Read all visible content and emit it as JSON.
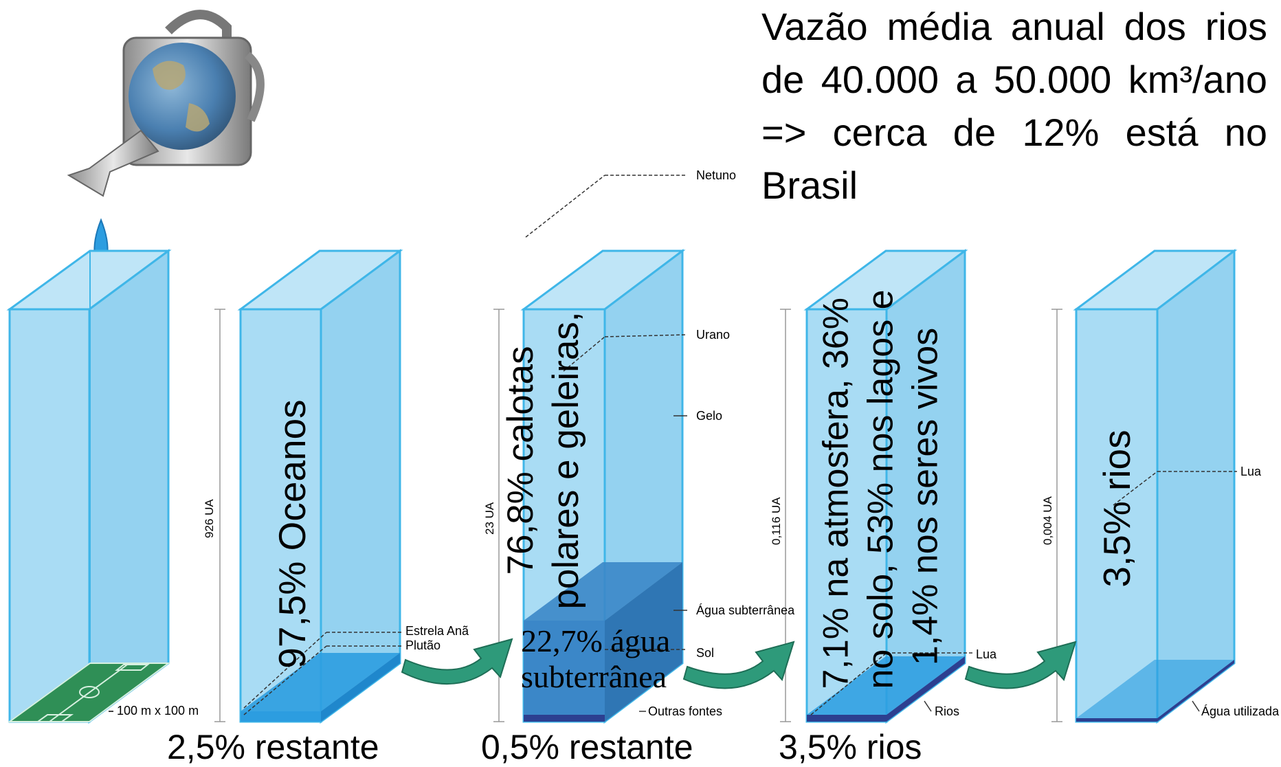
{
  "headline": "Vazão média anual dos rios de 40.000 a 50.000 km³/ano => cerca de 12% está no Brasil",
  "columns": [
    {
      "id": "c1",
      "fill_fraction": 1.0,
      "bottom_label": "",
      "inner_text": "",
      "scale": "",
      "callouts": [
        {
          "text": "100 m x 100 m"
        }
      ]
    },
    {
      "id": "c2",
      "fill_fraction": 0.025,
      "bottom_label": "2,5% restante",
      "inner_text": "97,5% Oceanos",
      "scale": "926 UA",
      "callouts": [
        {
          "text": "Estrela Anã"
        },
        {
          "text": "Plutão"
        }
      ]
    },
    {
      "id": "c3",
      "fill_fraction": 0.227,
      "bottom_label": "0,5% restante",
      "inner_text": "76,8% calotas polares e geleiras,",
      "scale": "23 UA",
      "water_text": "22,7% água subterrânea",
      "callouts": [
        {
          "text": "Netuno"
        },
        {
          "text": "Urano"
        },
        {
          "text": "Gelo"
        },
        {
          "text": "Água subterrânea"
        },
        {
          "text": "Sol"
        },
        {
          "text": "Outras fontes"
        }
      ]
    },
    {
      "id": "c4",
      "fill_fraction": 0.035,
      "bottom_label": "3,5% rios",
      "inner_lines": [
        "7,1% na atmosfera, 36%",
        "no solo, 53% nos lagos e",
        "1,4% nos seres vivos"
      ],
      "scale": "0,116 UA",
      "callouts": [
        {
          "text": "Lua"
        },
        {
          "text": "Rios"
        }
      ]
    },
    {
      "id": "c5",
      "fill_fraction": 0.0,
      "bottom_label": "",
      "inner_text": "3,5% rios",
      "scale": "0,004 UA",
      "callouts": [
        {
          "text": "Lua"
        },
        {
          "text": "Água utilizada"
        }
      ]
    }
  ],
  "colors": {
    "tank_fill": "#a9dcf4",
    "tank_edge": "#3fb6e8",
    "water": "#2c9de0",
    "deep_water": "#3b87c8",
    "arrow": "#2e9a7a",
    "field": "#2f8f56",
    "earth_blue": "#4a7fb0"
  },
  "icons": [
    "watering-can-earth-icon",
    "water-drop-icon",
    "soccer-field-icon",
    "curved-arrow-icon"
  ]
}
